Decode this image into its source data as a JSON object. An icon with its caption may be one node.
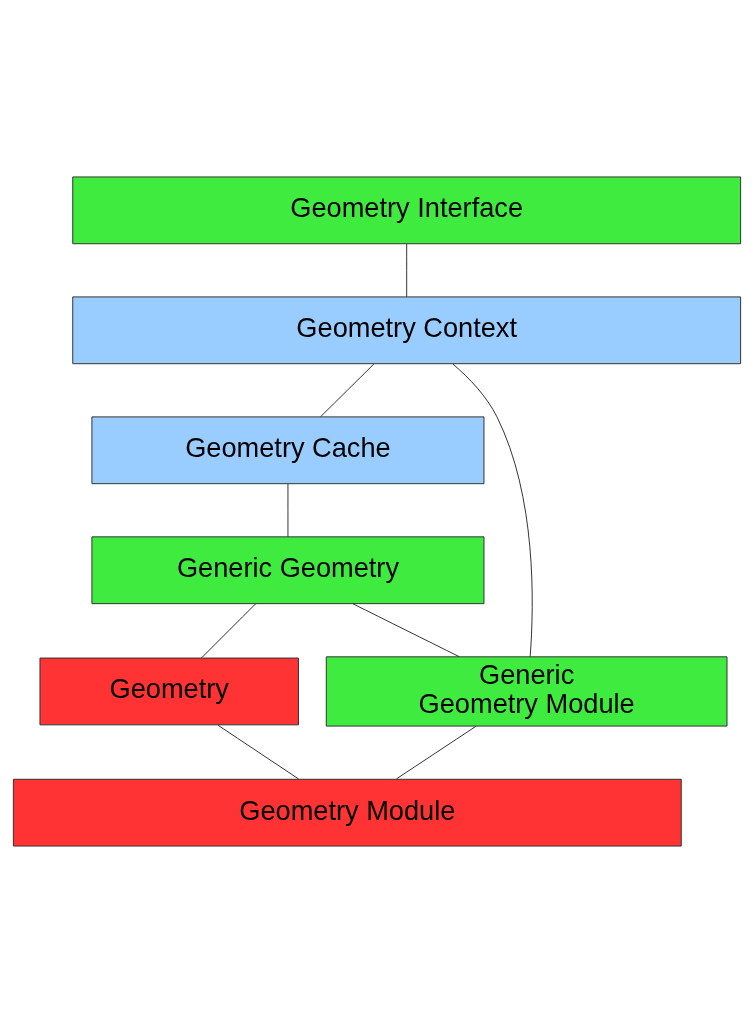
{
  "diagram": {
    "nodes": [
      {
        "text": [
          "Geometry Interface"
        ]
      },
      {
        "text": [
          "Geometry Context"
        ]
      },
      {
        "text": [
          "Geometry Cache"
        ]
      },
      {
        "text": [
          "Generic Geometry"
        ]
      },
      {
        "text": [
          "Generic Geometry Module"
        ]
      },
      {
        "text": [
          "Geometry"
        ]
      },
      {
        "text": [
          "Geometry Module"
        ]
      }
    ],
    "edges": [
      {
        "from": 0,
        "to": 1,
        "arrow": "none"
      },
      {
        "from": 1,
        "to": 4,
        "arrow": "none"
      },
      {
        "from": 1,
        "to": 2,
        "arrow": "none"
      },
      {
        "from": 2,
        "to": 3,
        "arrow": "none"
      },
      {
        "from": 3,
        "to": 4,
        "arrow": "none"
      },
      {
        "from": 3,
        "to": 5,
        "arrow": "none"
      },
      {
        "from": 4,
        "to": 6,
        "arrow": "none"
      },
      {
        "from": 5,
        "to": 6,
        "arrow": "none"
      }
    ]
  }
}
